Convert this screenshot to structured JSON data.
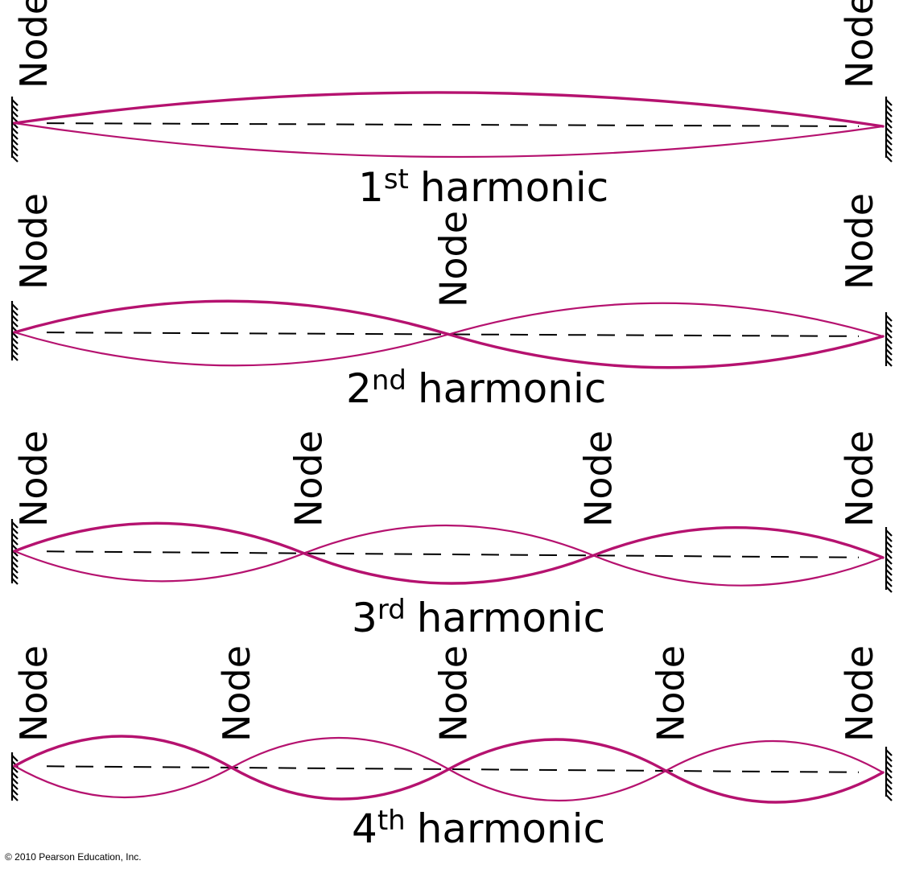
{
  "colors": {
    "wave": "#b5126f",
    "ink": "#000000",
    "background": "#ffffff"
  },
  "node_word": "Node",
  "harmonics": [
    {
      "number": "1",
      "suffix": "st",
      "word": "harmonic",
      "node_count": 2
    },
    {
      "number": "2",
      "suffix": "nd",
      "word": "harmonic",
      "node_count": 3
    },
    {
      "number": "3",
      "suffix": "rd",
      "word": "harmonic",
      "node_count": 4
    },
    {
      "number": "4",
      "suffix": "th",
      "word": "harmonic",
      "node_count": 5
    }
  ],
  "copyright": "© 2010 Pearson Education, Inc."
}
